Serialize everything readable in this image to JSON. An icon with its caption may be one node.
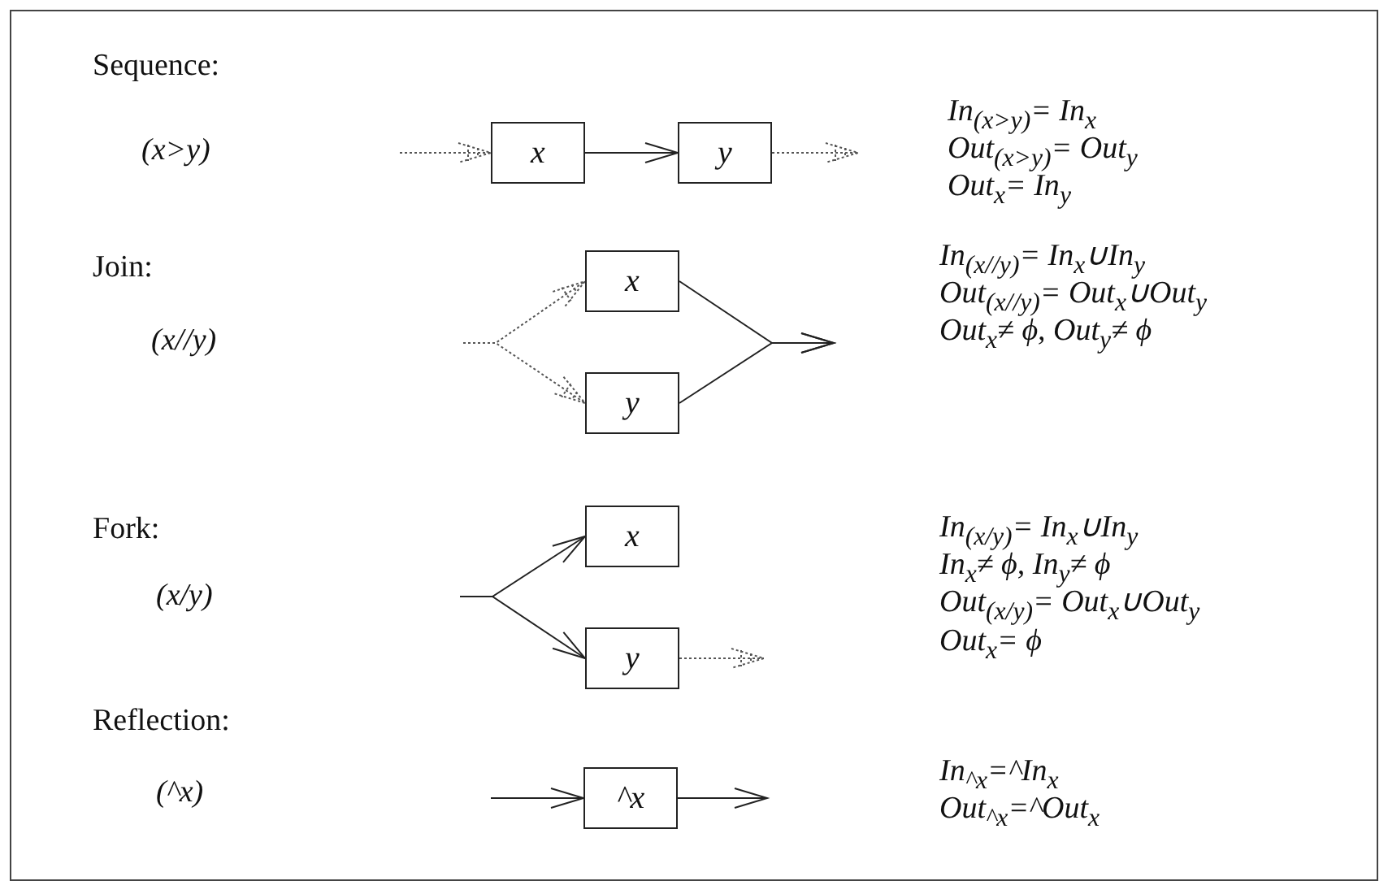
{
  "diagram": {
    "nodes": [
      {
        "text": [
          "x"
        ]
      },
      {
        "text": [
          "y"
        ]
      },
      {
        "text": [
          "x"
        ]
      },
      {
        "text": [
          "y"
        ]
      },
      {
        "text": [
          "x"
        ]
      },
      {
        "text": [
          "y"
        ]
      },
      {
        "text": [
          "^x"
        ]
      }
    ],
    "edges": [
      {
        "from": null,
        "to": 0,
        "arrow": "to",
        "style": "dashed"
      },
      {
        "from": 0,
        "to": 1,
        "arrow": "to"
      },
      {
        "from": 1,
        "to": null,
        "arrow": "to",
        "style": "dashed"
      },
      {
        "from": null,
        "to": 2,
        "arrow": "to",
        "style": "dashed"
      },
      {
        "from": null,
        "to": 3,
        "arrow": "to",
        "style": "dashed"
      },
      {
        "from": 2,
        "to": null,
        "arrow": "to"
      },
      {
        "from": 3,
        "to": null,
        "arrow": "to"
      },
      {
        "from": null,
        "to": 4,
        "arrow": "to"
      },
      {
        "from": null,
        "to": 5,
        "arrow": "to"
      },
      {
        "from": 5,
        "to": null,
        "arrow": "to",
        "style": "dashed"
      },
      {
        "from": null,
        "to": 6,
        "arrow": "to"
      },
      {
        "from": 6,
        "to": null,
        "arrow": "to"
      }
    ],
    "labels": [
      "Sequence:",
      "(x>y)",
      "In$_{(x>y)}$= In$_{x}$",
      "Out$_{(x>y)}$= Out$_{y}$",
      "Out$_{x}$= In$_{y}$",
      "Join:",
      "(x//y)",
      "In$_{(x//y)}$= In$_{x}$∪In$_{y}$",
      "Out$_{(x//y)}$= Out$_{x}$∪Out$_{y}$",
      "Out$_{x}$≠ ϕ, Out$_{y}$≠ ϕ",
      "Fork:",
      "(x/y)",
      "In$_{(x/y)}$= In$_{x}$∪In$_{y}$",
      "In$_{x}$≠ ϕ, In$_{y}$≠ ϕ",
      "Out$_{(x/y)}$= Out$_{x}$∪Out$_{y}$",
      "Out$_{x}$= ϕ",
      "Reflection:",
      "(^x)",
      "In$_{^x}$=^In$_{x}$",
      "Out$_{^x}$=^Out$_{x}$"
    ]
  }
}
